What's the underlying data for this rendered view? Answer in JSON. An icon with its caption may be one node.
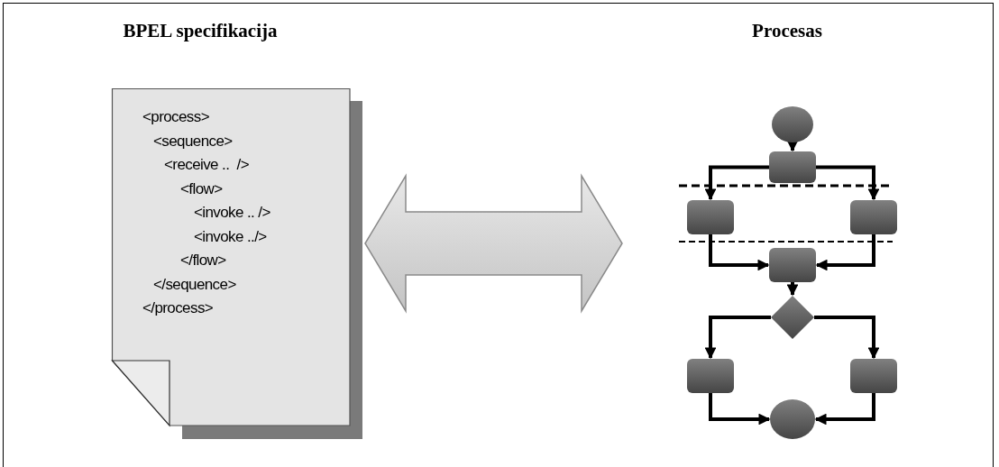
{
  "diagram": {
    "nodes": [
      {
        "text": [
          "<process>",
          "<sequence>",
          "<receive ..  />",
          "<flow>",
          "<invoke .. />",
          "<invoke ../>",
          "</flow>",
          "</sequence>",
          "</process>"
        ]
      },
      {
        "text": [],
        "shape": "circle"
      },
      {
        "text": [],
        "shape": "box"
      },
      {
        "text": [],
        "shape": "box"
      },
      {
        "text": [],
        "shape": "box"
      },
      {
        "text": [],
        "shape": "box"
      },
      {
        "text": [],
        "shape": "diamond"
      },
      {
        "text": [],
        "shape": "box"
      },
      {
        "text": [],
        "shape": "box"
      },
      {
        "text": [],
        "shape": "circle"
      }
    ],
    "edges": [
      {
        "from": 0,
        "to": null,
        "arrow": "both",
        "style": "thick"
      },
      {
        "from": 1,
        "to": 2,
        "arrow": "to"
      },
      {
        "from": 2,
        "to": 3,
        "arrow": "to"
      },
      {
        "from": 2,
        "to": 4,
        "arrow": "to"
      },
      {
        "from": 3,
        "to": 5,
        "arrow": "to"
      },
      {
        "from": 4,
        "to": 5,
        "arrow": "to"
      },
      {
        "from": 5,
        "to": 6,
        "arrow": "to"
      },
      {
        "from": 6,
        "to": 7,
        "arrow": "to"
      },
      {
        "from": 6,
        "to": 8,
        "arrow": "to"
      },
      {
        "from": 7,
        "to": 9,
        "arrow": "to"
      },
      {
        "from": 8,
        "to": 9,
        "arrow": "to"
      }
    ],
    "labels": [
      "BPEL specifikacija",
      "Procesas"
    ]
  }
}
